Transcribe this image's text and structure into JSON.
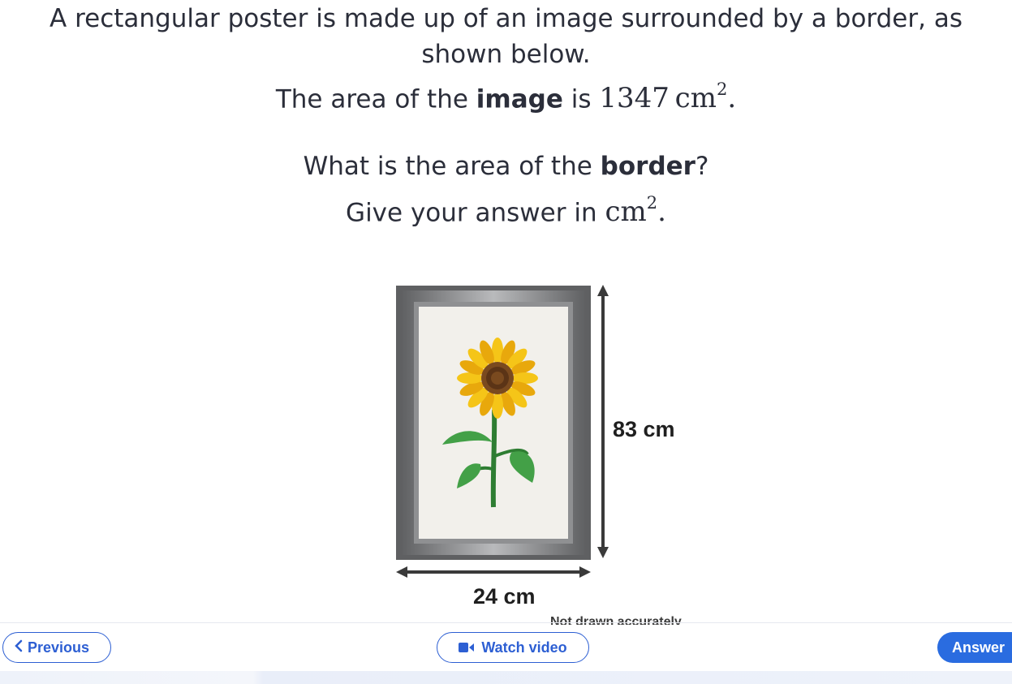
{
  "question": {
    "line1": "A rectangular poster is made up of an image surrounded by a border, as",
    "line2": "shown below.",
    "line3_pre": "The area of the",
    "line3_bold": "image",
    "line3_mid": "is",
    "image_area_value": "1347",
    "unit_base": "cm",
    "unit_exp": "2",
    "period": ".",
    "line4_pre": "What is the area of the",
    "line4_bold": "border",
    "line4_post": "?",
    "line5_pre": "Give your answer in"
  },
  "diagram": {
    "height_label": "83 cm",
    "width_label": "24 cm",
    "note": "Not drawn accurately",
    "colors": {
      "frame_outer": "#5f6062",
      "frame_inner": "#a9aaac",
      "canvas": "#f2f0eb",
      "petal": "#f5c518",
      "petal_dark": "#e8a80c",
      "center": "#6b3f1d",
      "stem": "#2e7d32",
      "leaf": "#43a047",
      "arrow": "#3a3a3a"
    }
  },
  "footer": {
    "previous_label": "Previous",
    "video_label": "Watch video",
    "answer_label": "Answer",
    "accent": "#2a6ce0"
  }
}
